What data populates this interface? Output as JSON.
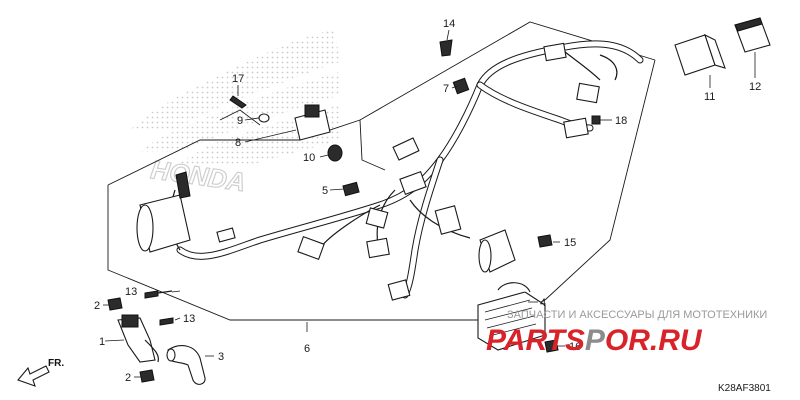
{
  "diagram_code": "K28AF3801",
  "direction_label": "FR.",
  "watermark": {
    "line1": "ЗАПЧАСТИ И АКСЕССУАРЫ ДЛЯ МОТОТЕХНИКИ",
    "site_left": "PARTS",
    "site_o": "P",
    "site_right": "OR.RU",
    "color_red": "#d9232a",
    "color_gray": "#8c8c8c"
  },
  "brand_logo": "HONDA",
  "callouts": [
    "1",
    "2",
    "2",
    "3",
    "4",
    "5",
    "6",
    "7",
    "8",
    "9",
    "10",
    "11",
    "12",
    "13",
    "13",
    "14",
    "15",
    "16",
    "17",
    "18"
  ]
}
